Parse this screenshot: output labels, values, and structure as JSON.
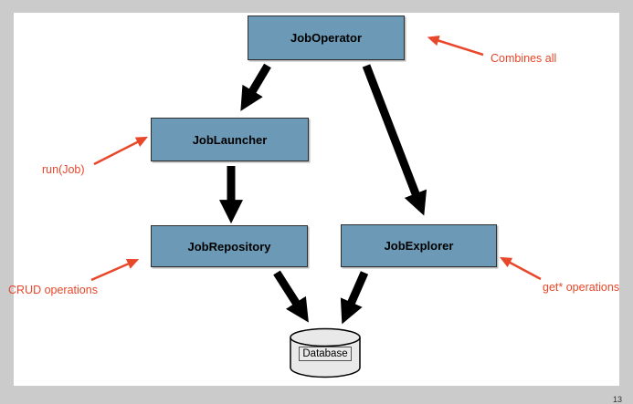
{
  "canvas": {
    "background_color": "#cbcbcb",
    "slide_background_color": "#ffffff"
  },
  "diagram": {
    "nodes": [
      {
        "id": "job-operator",
        "label": "JobOperator"
      },
      {
        "id": "job-launcher",
        "label": "JobLauncher"
      },
      {
        "id": "job-repository",
        "label": "JobRepository"
      },
      {
        "id": "job-explorer",
        "label": "JobExplorer"
      },
      {
        "id": "database",
        "label": "Database",
        "shape": "cylinder"
      }
    ],
    "edges": [
      {
        "from": "JobOperator",
        "to": "JobLauncher"
      },
      {
        "from": "JobOperator",
        "to": "JobExplorer"
      },
      {
        "from": "JobLauncher",
        "to": "JobRepository"
      },
      {
        "from": "JobRepository",
        "to": "Database"
      },
      {
        "from": "JobExplorer",
        "to": "Database"
      }
    ],
    "annotations": [
      {
        "id": "combines-all",
        "label": "Combines all",
        "target": "JobOperator"
      },
      {
        "id": "run-job",
        "label": "run(Job)",
        "target": "JobLauncher"
      },
      {
        "id": "crud-operations",
        "label": "CRUD operations",
        "target": "JobRepository"
      },
      {
        "id": "get-operations",
        "label": "get* operations",
        "target": "JobExplorer"
      }
    ],
    "colors": {
      "node_fill": "#6b99b6",
      "node_border": "#2e2e2e",
      "node_text": "#000000",
      "edge_arrow": "#000000",
      "annotation_red": "#e8472a",
      "database_fill": "#e9e9e9"
    }
  },
  "page_marker": "13"
}
